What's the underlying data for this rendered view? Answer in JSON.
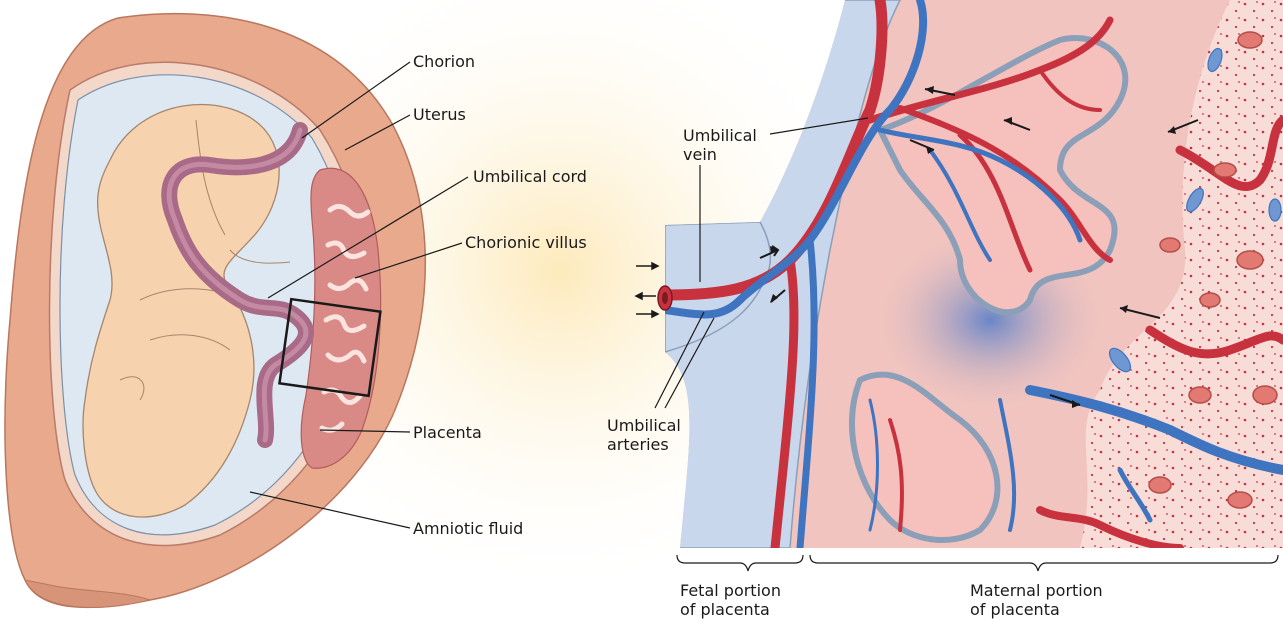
{
  "labels": {
    "chorion": "Chorion",
    "uterus": "Uterus",
    "umbilical_cord": "Umbilical cord",
    "chorionic_villus": "Chorionic villus",
    "placenta": "Placenta",
    "amniotic_fluid": "Amniotic fluid",
    "umbilical_vein": [
      "Umbilical",
      "vein"
    ],
    "umbilical_arteries": [
      "Umbilical",
      "arteries"
    ],
    "fetal_portion": [
      "Fetal portion",
      "of placenta"
    ],
    "maternal_portion": [
      "Maternal portion",
      "of placenta"
    ]
  },
  "colors": {
    "uterus": "#e8a98c",
    "uterus_dark": "#c9826a",
    "amniotic": "#dde8f2",
    "fetus": "#f6d2ae",
    "cord": "#a86a86",
    "placenta": "#d98a86",
    "fetal_tissue": "#c8d7ec",
    "maternal_blood": "#f1c4bf",
    "vessel_red": "#c8323e",
    "vessel_blue": "#3f74c0",
    "ink": "#1a1a1a"
  }
}
